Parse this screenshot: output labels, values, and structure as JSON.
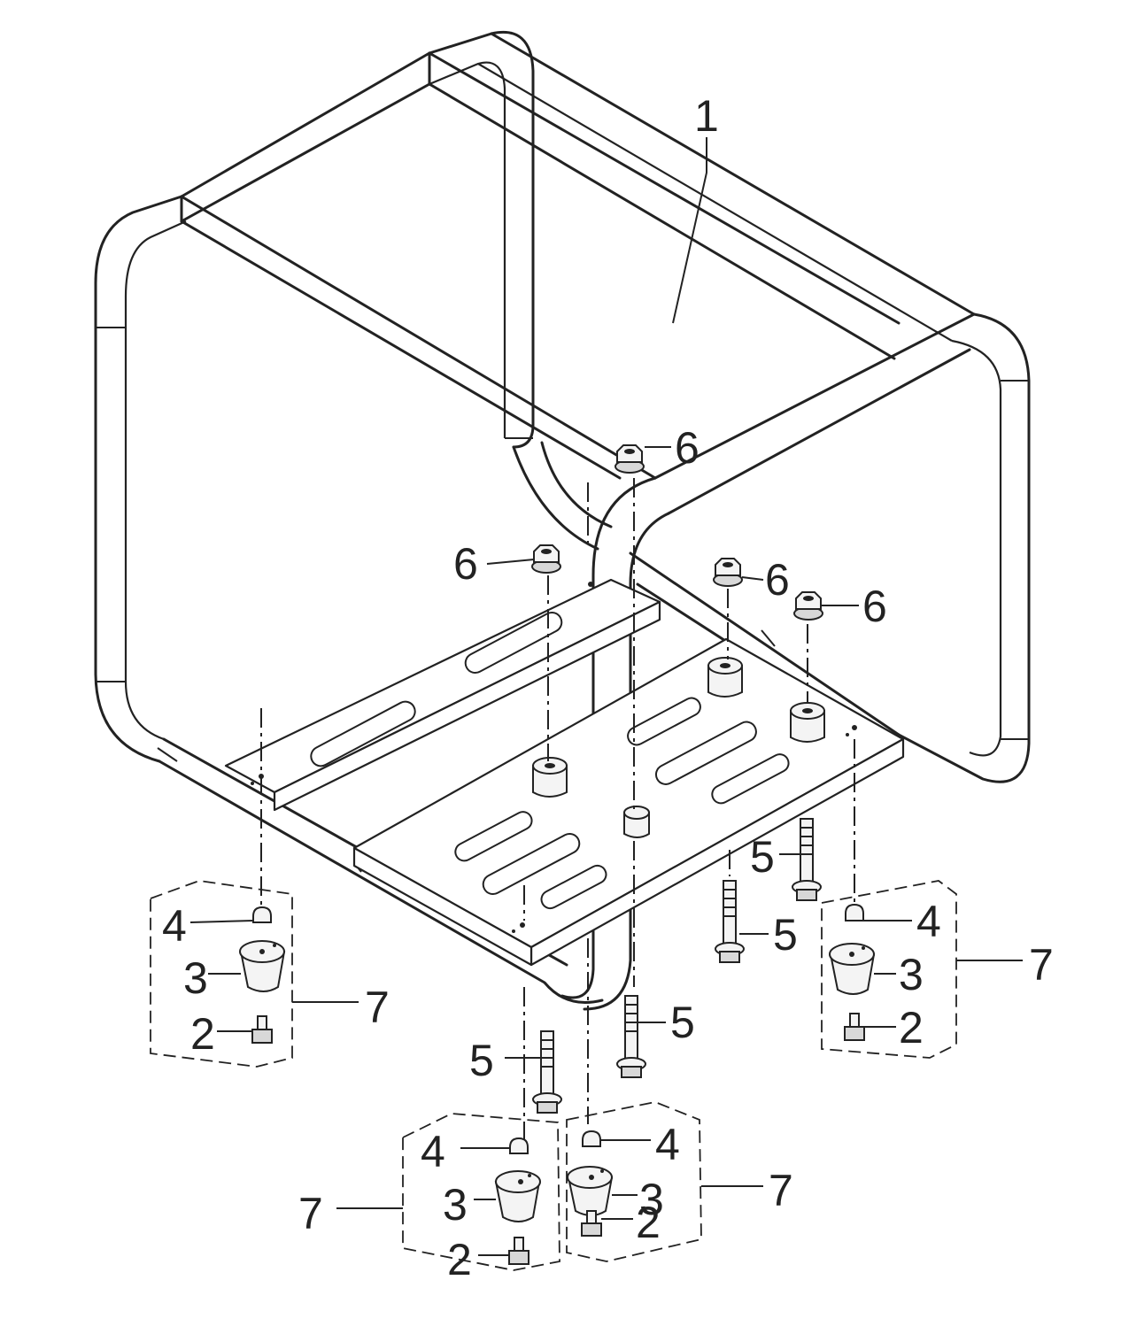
{
  "callouts": {
    "frame": "1",
    "screw": "2",
    "rubber_foot": "3",
    "cap_nut": "4",
    "bolt": "5",
    "flange_nut": "6",
    "foot_kit": "7"
  }
}
